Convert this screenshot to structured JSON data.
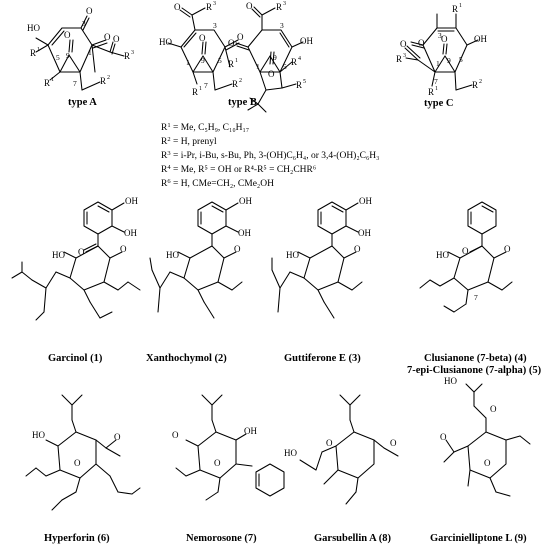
{
  "type_labels": [
    "type A",
    "type B",
    "type C"
  ],
  "substituents": [
    {
      "symbol": "R",
      "index": "1",
      "text": " = Me, C₅H₉, C₁₀H₁₇"
    },
    {
      "symbol": "R",
      "index": "2",
      "text": " = H, prenyl"
    },
    {
      "symbol": "R",
      "index": "3",
      "text": " = i-Pr, i-Bu, s-Bu, Ph, 3-(OH)C₆H₄, or 3,4-(OH)₂C₆H₃"
    },
    {
      "symbol": "R",
      "index": "4",
      "text": " = Me, R⁵ = OH or R⁴-R⁵ = CH₂CHR⁶"
    },
    {
      "symbol": "R",
      "index": "6",
      "text": " = H, CMe=CH₂, CMe₂OH"
    }
  ],
  "compounds_row1": [
    "Garcinol (1)",
    "Xanthochymol (2)",
    "Guttiferone E (3)",
    "Clusianone (7-beta) (4)",
    "7-epi-Clusianone (7-alpha) (5)"
  ],
  "compounds_row2": [
    "Hyperforin (6)",
    "Nemorosone (7)",
    "Garsubellin A (8)",
    "Garcinielliptone L (9)"
  ],
  "atoms": {
    "HO": "HO",
    "OH": "OH",
    "O": "O",
    "R1": "R",
    "R2": "R",
    "R3": "R",
    "R4": "R",
    "R5": "R",
    "i1": "1",
    "i2": "2",
    "i3": "3",
    "i4": "4",
    "i5": "5",
    "n1": "1",
    "n3": "3",
    "n5": "5",
    "n7": "7",
    "n9": "9"
  }
}
